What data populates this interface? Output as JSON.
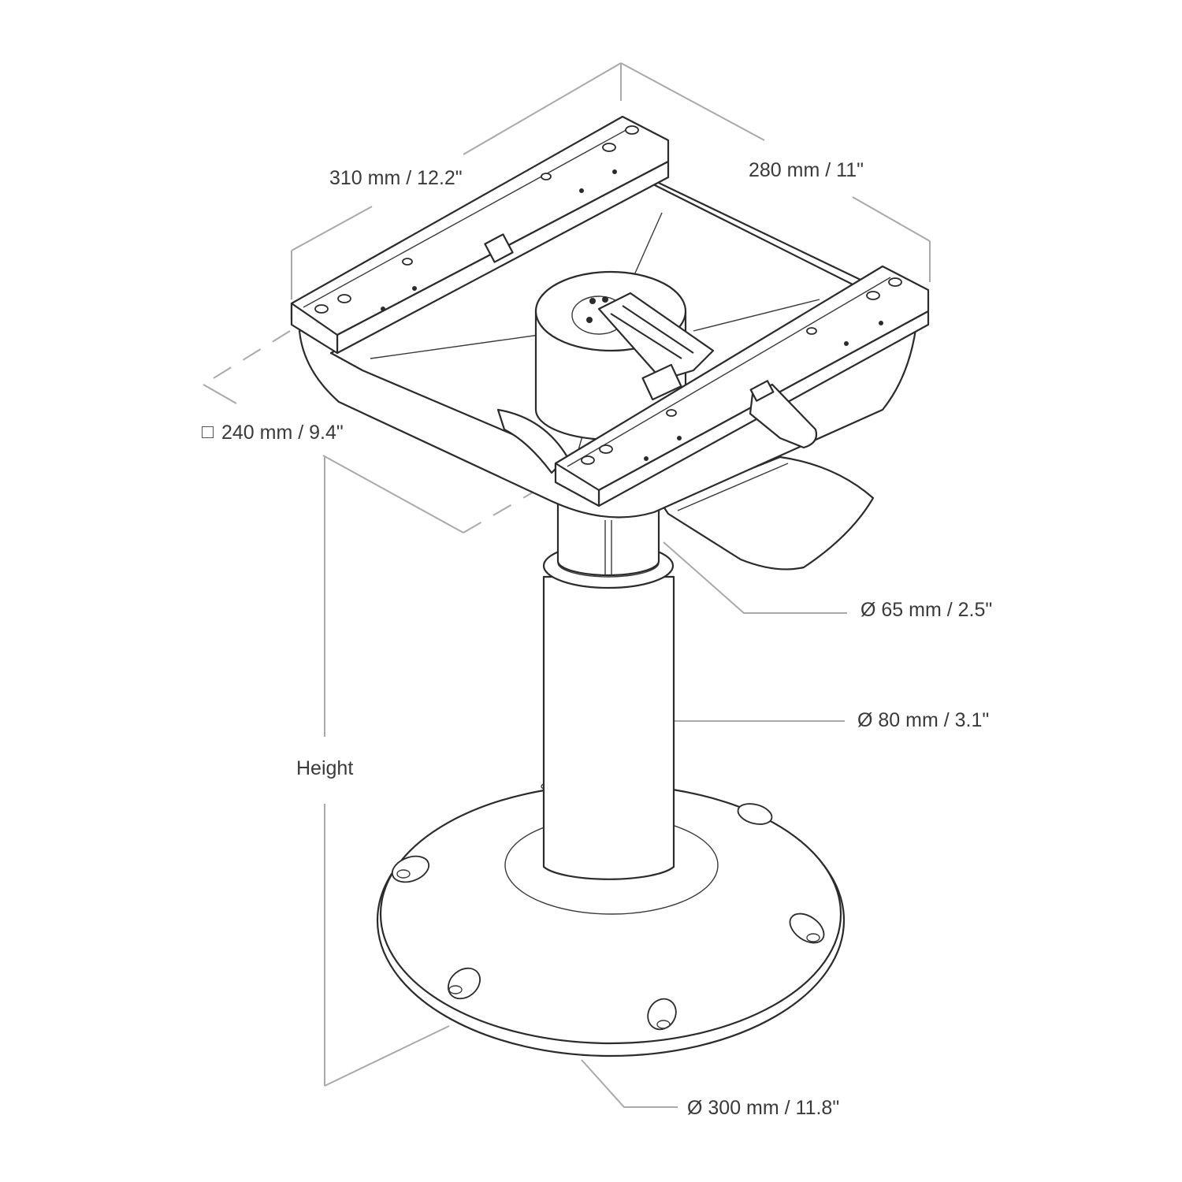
{
  "labels": {
    "top_width": "310 mm / 12.2\"",
    "top_depth": "280 mm / 11\"",
    "square": "240 mm / 9.4\"",
    "column_upper": "Ø 65 mm / 2.5\"",
    "column_lower": "Ø 80 mm / 3.1\"",
    "height": "Height",
    "base": "Ø 300 mm / 11.8\""
  },
  "colors": {
    "ink": "#2b2b2b",
    "dimension_lines": "#a9a9a9",
    "label_text": "#3a3a3a",
    "background": "#ffffff"
  },
  "icons": {
    "square_symbol": "square-outline-icon"
  }
}
